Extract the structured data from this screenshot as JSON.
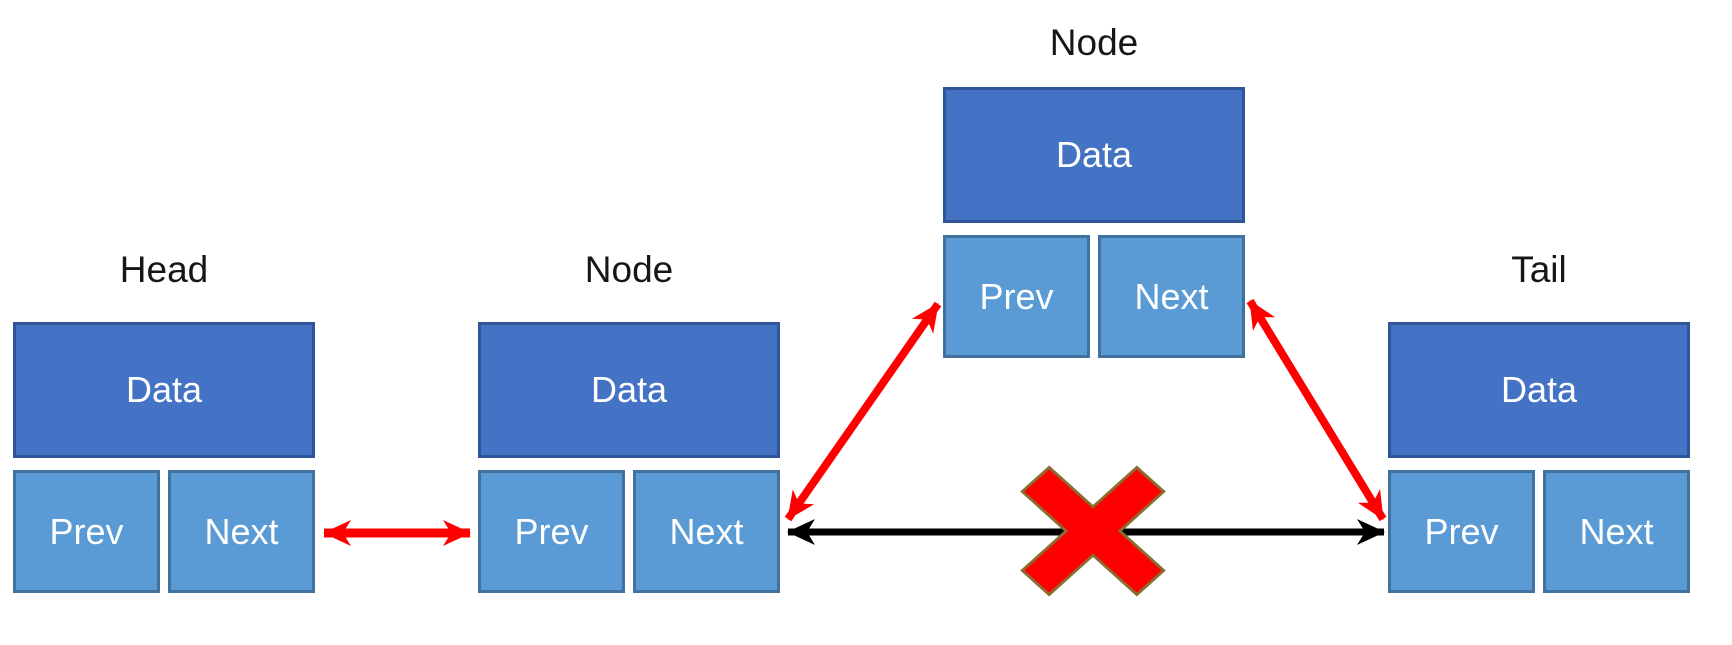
{
  "diagram": {
    "type": "doubly-linked-list-insertion",
    "nodes": [
      {
        "id": "head",
        "label": "Head",
        "data_label": "Data",
        "prev_label": "Prev",
        "next_label": "Next"
      },
      {
        "id": "middle",
        "label": "Node",
        "data_label": "Data",
        "prev_label": "Prev",
        "next_label": "Next"
      },
      {
        "id": "inserted",
        "label": "Node",
        "data_label": "Data",
        "prev_label": "Prev",
        "next_label": "Next"
      },
      {
        "id": "tail",
        "label": "Tail",
        "data_label": "Data",
        "prev_label": "Prev",
        "next_label": "Next"
      }
    ],
    "connections": [
      {
        "from": "head.next",
        "to": "middle.prev",
        "style": "double-arrow",
        "color": "#FF0000",
        "status": "active"
      },
      {
        "from": "middle.next",
        "to": "inserted.prev",
        "style": "double-arrow",
        "color": "#FF0000",
        "status": "active"
      },
      {
        "from": "inserted.next",
        "to": "tail.prev",
        "style": "double-arrow",
        "color": "#FF0000",
        "status": "active"
      },
      {
        "from": "middle.next",
        "to": "tail.prev",
        "style": "double-arrow",
        "color": "#000000",
        "status": "removed",
        "marker": "red-x"
      }
    ],
    "colors": {
      "data_box_fill": "#4472C4",
      "data_box_border": "#2F5597",
      "pointer_box_fill": "#5B9BD5",
      "pointer_box_border": "#41719C",
      "new_link_arrow": "#FF0000",
      "removed_link_arrow": "#000000",
      "x_mark_fill": "#FF0000",
      "x_mark_outline": "#8A6D2F",
      "label_text": "#161616",
      "box_text": "#FFFFFF",
      "background": "#FFFFFF"
    }
  }
}
